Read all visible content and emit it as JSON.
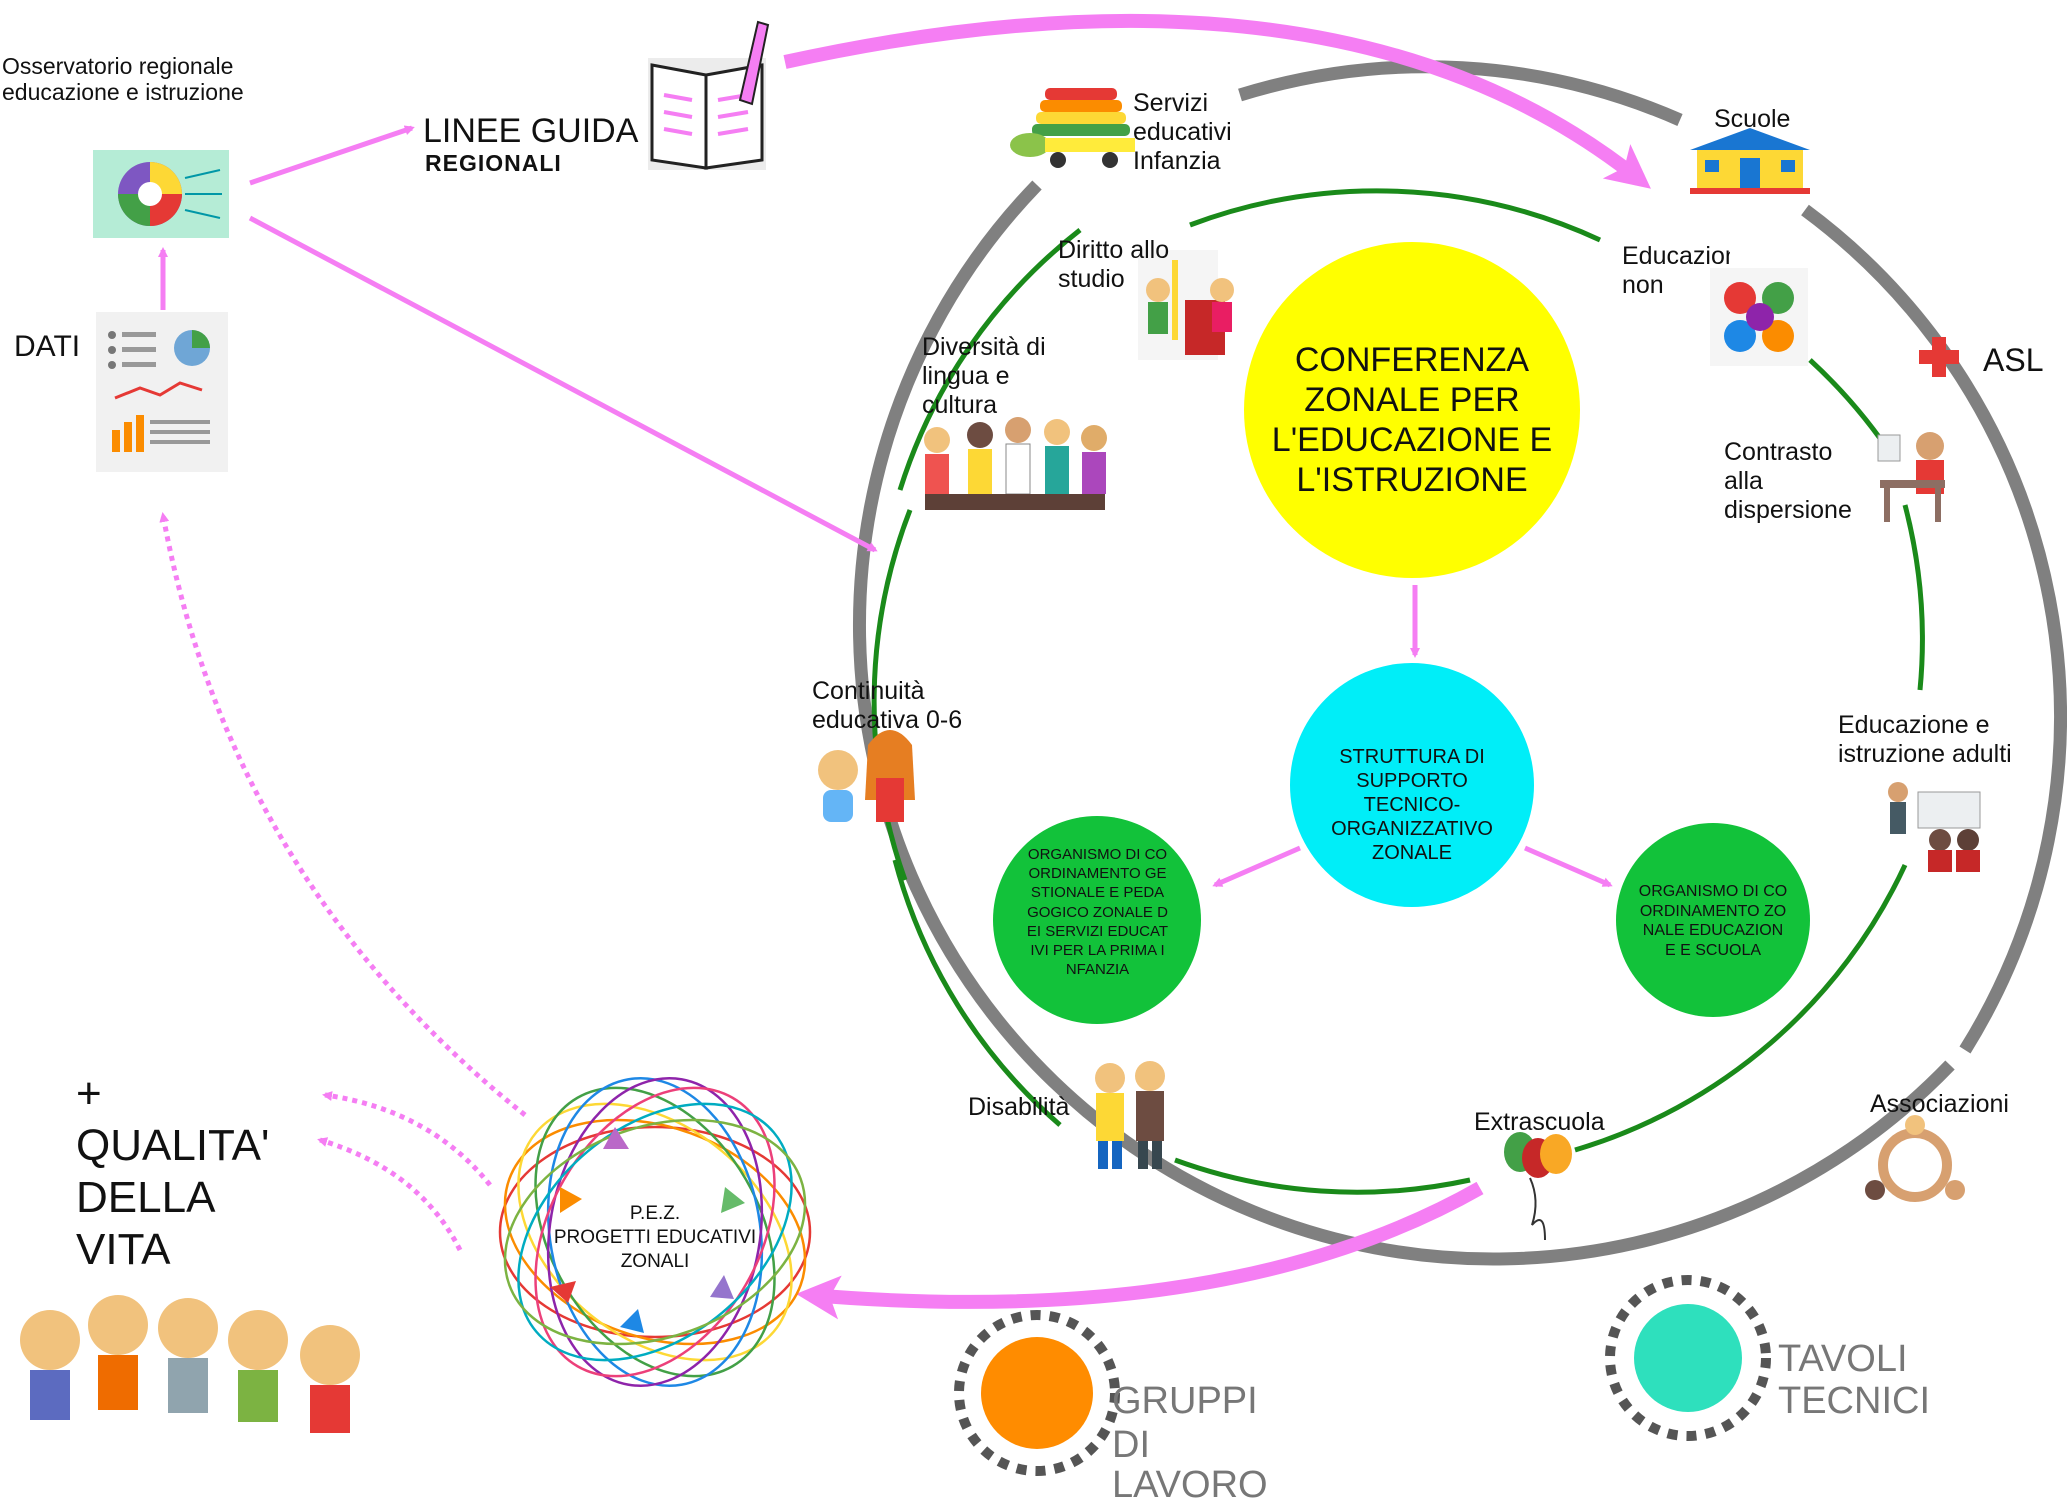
{
  "observatory": "Osservatorio regionale educazione e istruzione",
  "dati": "DATI",
  "linee_guida": {
    "line1": "LINEE GUIDA",
    "line2": "REGIONALI"
  },
  "outer_ring": {
    "servizi": "Servizi educativi Infanzia",
    "scuole": "Scuole",
    "asl": "ASL",
    "associazioni": "Associazioni"
  },
  "inner_ring": {
    "diritto": "Diritto allo studio",
    "educazione_nf": "Educazione non formale",
    "diversita": "Diversità di lingua e cultura",
    "contrasto": "Contrasto alla dispersione scolastica",
    "continuita": "Continuità educativa 0-6",
    "adulti": "Educazione e istruzione adulti",
    "disabilita": "Disabilità",
    "extrascuola": "Extrascuola"
  },
  "conferenza": "CONFERENZA ZONALE PER L'EDUCAZIONE E L'ISTRUZIONE",
  "struttura": "STRUTTURA DI SUPPORTO TECNICO-ORGANIZZATIVO ZONALE",
  "organismo_infanzia": "ORGANISMO DI COORDINAMENTO GESTIONALE E PEDAGOGICO ZONALE DEI SERVIZI EDUCATIVI PER LA PRIMA INFANZIA",
  "organismo_scuola": "ORGANISMO DI COORDINAMENTO ZONALE EDUCAZIONE E SCUOLA",
  "pez": {
    "line1": "P.E.Z.",
    "line2": "PROGETTI EDUCATIVI",
    "line3": "ZONALI"
  },
  "qualita": {
    "plus": "+",
    "line1": "QUALITA'",
    "line2": "DELLA",
    "line3": "VITA"
  },
  "gruppi": {
    "line1": "GRUPPI",
    "line2": "DI",
    "line3": "LAVORO"
  },
  "tavoli": {
    "line1": "TAVOLI",
    "line2": "TECNICI"
  },
  "colors": {
    "arrow": "#f57ef3",
    "outer_ring": "#808080",
    "inner_ring": "#1a8a1a",
    "conferenza": "#ffff00",
    "struttura": "#00eef8",
    "organismo": "#12c23a",
    "gruppi": "#ff8c00",
    "tavoli": "#2ee0bd"
  }
}
